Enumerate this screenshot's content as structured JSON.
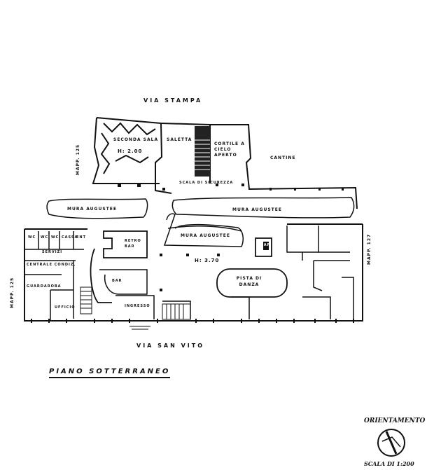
{
  "streets": {
    "north": "VIA STAMPA",
    "south": "VIA SAN VITO"
  },
  "parcels": {
    "top_left": "mapp. 125",
    "bottom_left": "mapp. 125",
    "right": "mapp. 127"
  },
  "rooms": {
    "main_hall": "SECONDA SALA",
    "main_hall_height": "H: 2.00",
    "saletta": "SALETTA",
    "cortile": "CORTILE A CIELO APERTO",
    "cantine": "CANTINE",
    "scala": "SCALA DI SICUREZZA",
    "mura_left": "MURA AUGUSTEE",
    "mura_right": "MURA AUGUSTEE",
    "mura_center": "MURA AUGUSTEE",
    "wc1": "WC",
    "wc2": "WC",
    "wc3": "WC",
    "cassa": "CASSA",
    "ent": "ENT",
    "servizi": "SERVIZI",
    "centrale": "CENTRALE CONDIZ.",
    "guardaroba": "GUARDAROBA",
    "ufficio": "UFFICIO",
    "retro_bar": "RETRO BAR",
    "bar_left": "BAR",
    "bar_right": "BAR",
    "height_main": "H: 3.70",
    "pista": "PISTA DI DANZA",
    "ingresso": "INGRESSO"
  },
  "footer": {
    "title": "PIANO SOTTERRANEO",
    "orientation": "ORIENTAMENTO",
    "scale": "SCALA DI 1:200"
  }
}
